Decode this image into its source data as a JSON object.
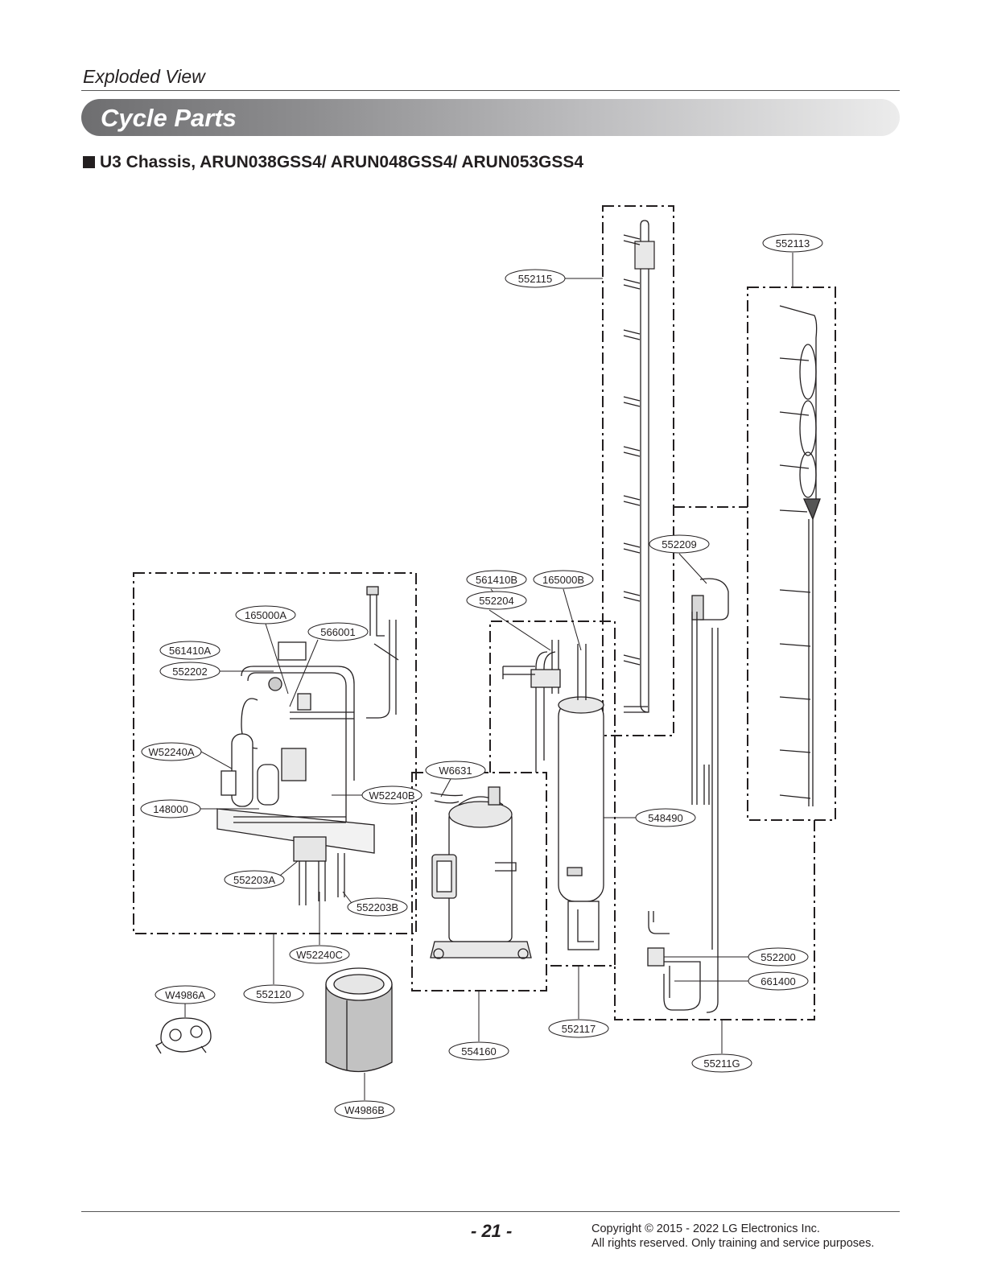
{
  "header": {
    "section": "Exploded View",
    "banner": "Cycle Parts",
    "subtitle": "U3 Chassis, ARUN038GSS4/ ARUN048GSS4/ ARUN053GSS4"
  },
  "callouts": {
    "c552115": "552115",
    "c552113": "552113",
    "c552209": "552209",
    "c561410B": "561410B",
    "c165000B": "165000B",
    "c552204": "552204",
    "c165000A": "165000A",
    "c566001": "566001",
    "c561410A": "561410A",
    "c552202": "552202",
    "cW52240A": "W52240A",
    "c148000": "148000",
    "cW52240B": "W52240B",
    "cW6631": "W6631",
    "c548490": "548490",
    "c552203A": "552203A",
    "c552203B": "552203B",
    "cW52240C": "W52240C",
    "c552200": "552200",
    "c661400": "661400",
    "cW4986A": "W4986A",
    "c552120": "552120",
    "c552117": "552117",
    "c554160": "554160",
    "c55211G": "55211G",
    "cW4986B": "W4986B"
  },
  "footer": {
    "page_number": "- 21 -",
    "copyright_line1": "Copyright © 2015 - 2022 LG Electronics Inc.",
    "copyright_line2": "All rights reserved. Only training and service purposes."
  }
}
